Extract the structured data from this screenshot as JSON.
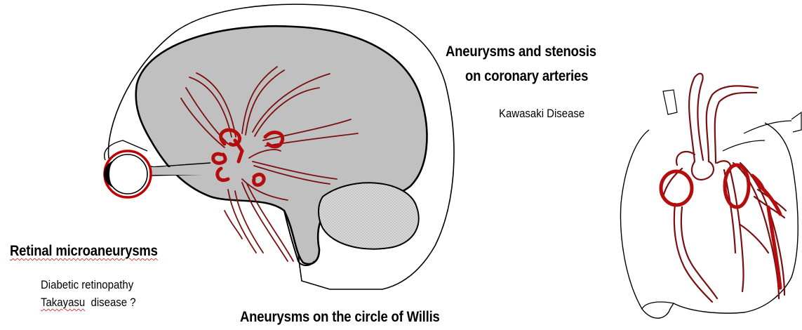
{
  "labels": {
    "coronary_title_line1": "Aneurysms and stenosis",
    "coronary_title_line2": "on coronary arteries",
    "kawasaki": "Kawasaki  Disease",
    "retinal_title": "Retinal microaneurysms",
    "retinal_cause_1": "Diabetic retinopathy",
    "retinal_cause_2_prefix": "",
    "retinal_cause_2_word": "Takayasu",
    "retinal_cause_2_suffix": "  disease ?",
    "willis_title": "Aneurysms on the circle of Willis"
  },
  "colors": {
    "vessel_red": "#b50d0d",
    "vessel_dark": "#7a1010",
    "brain_gray": "#c0c0c0",
    "outline": "#000000"
  }
}
